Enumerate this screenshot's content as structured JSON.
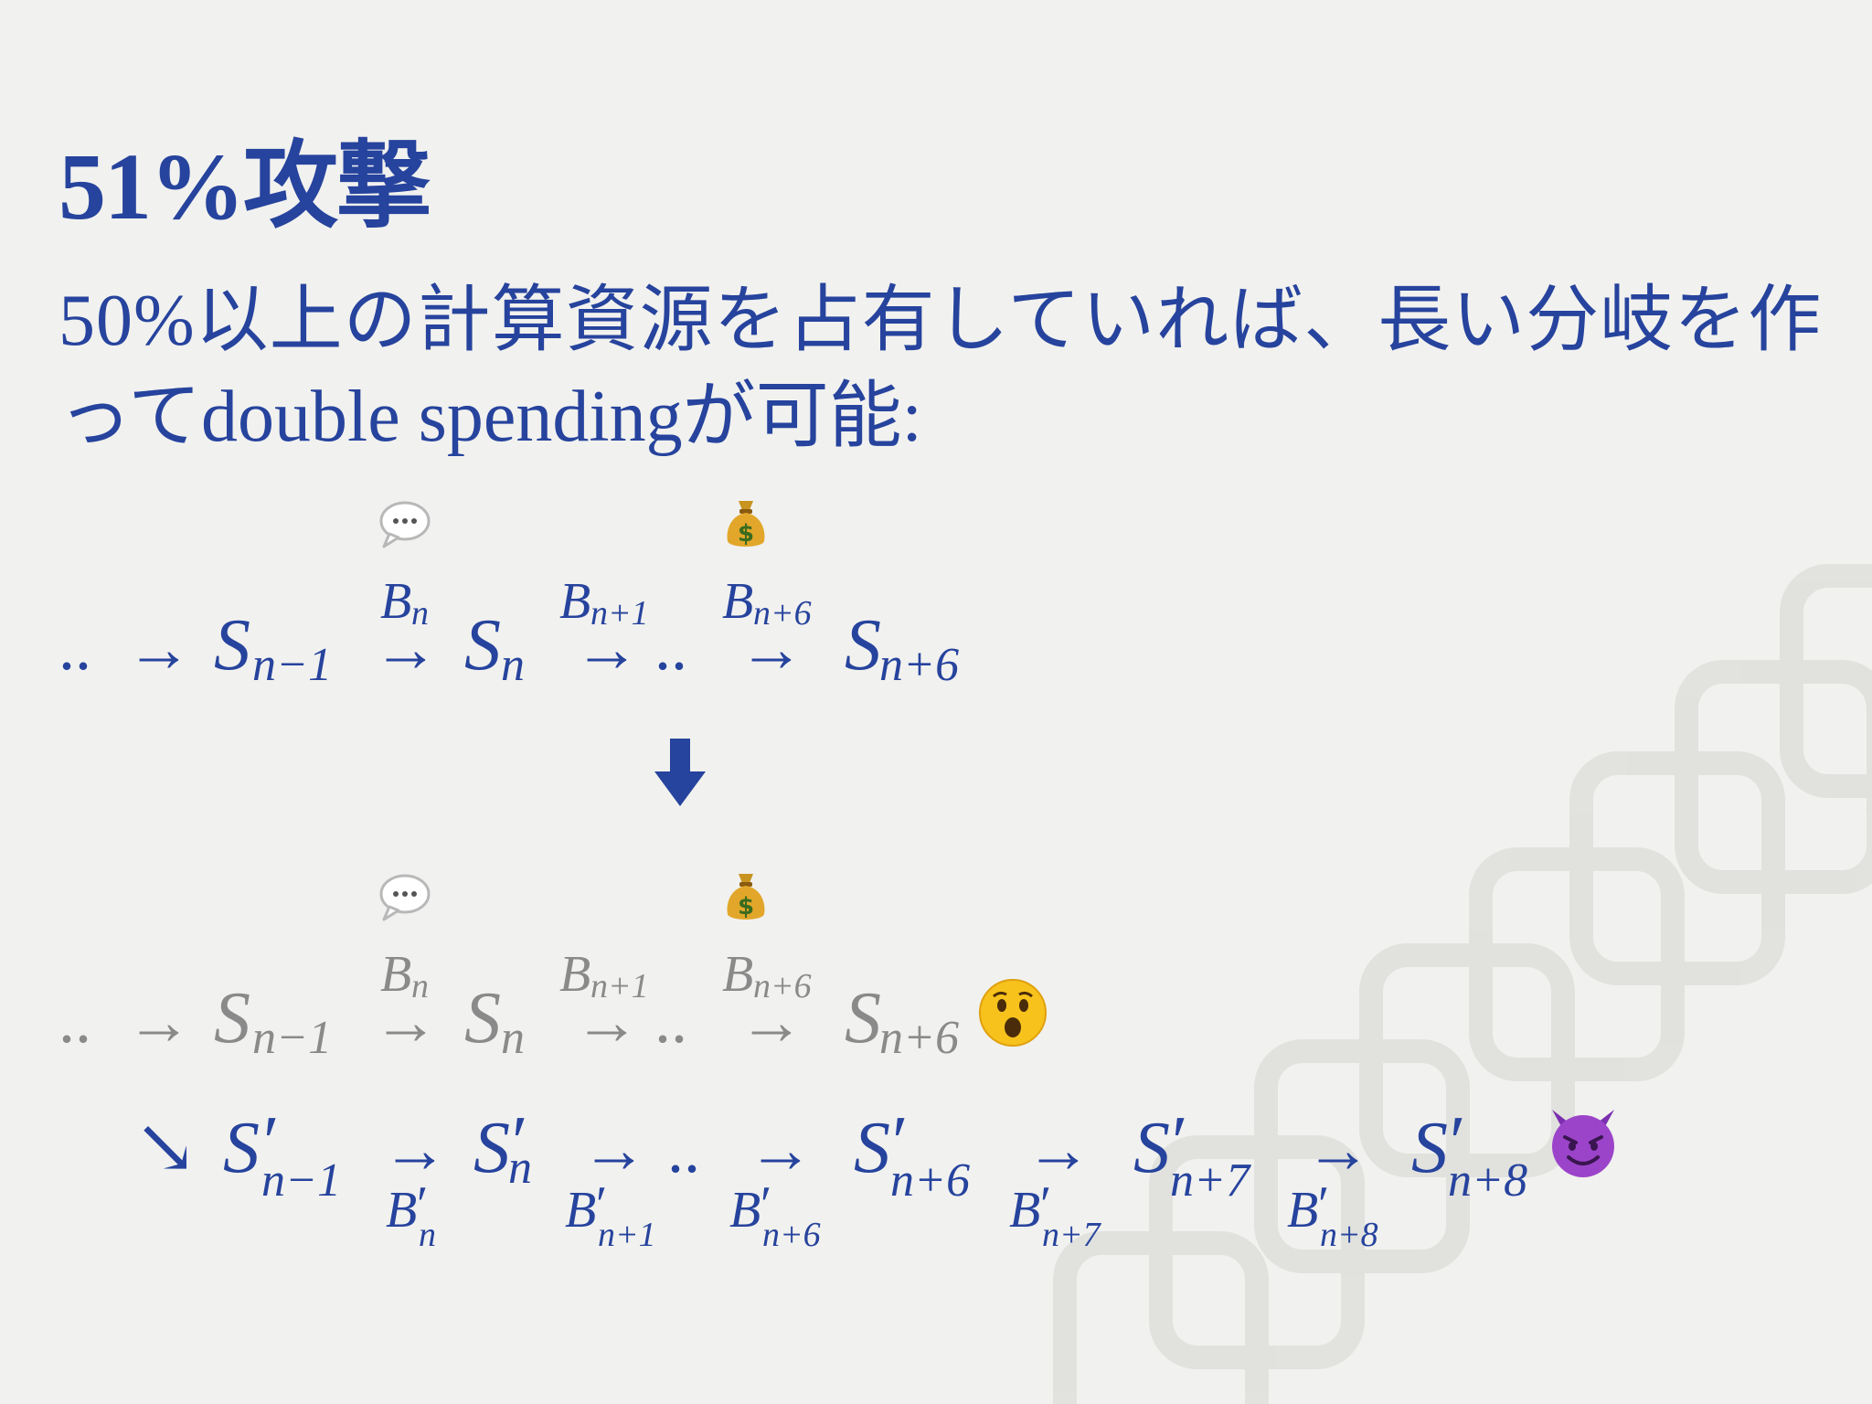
{
  "slide": {
    "title": "51%攻撃",
    "body_line1": "50%以上の計算資源を占有していれば、長い分岐を作",
    "body_line2": "ってdouble spendingが可能:"
  },
  "diagram": {
    "chain_top": {
      "dots_left": "..",
      "arrow": "→",
      "states": [
        {
          "s": "S",
          "sub": "n−1"
        },
        {
          "s": "S",
          "sub": "n"
        },
        {
          "dots": ".."
        },
        {
          "s": "S",
          "sub": "n+6"
        }
      ],
      "blocks": [
        {
          "b": "B",
          "sub": "n",
          "icon": "speech-bubble-icon"
        },
        {
          "b": "B",
          "sub": "n+1"
        },
        {
          "b": "B",
          "sub": "n+6",
          "icon": "money-bag-icon"
        }
      ]
    },
    "transition_icon": "down-arrow-icon",
    "chain_bottom_gray": {
      "dots_left": "..",
      "arrow": "→",
      "states": [
        {
          "s": "S",
          "sub": "n−1"
        },
        {
          "s": "S",
          "sub": "n"
        },
        {
          "dots": ".."
        },
        {
          "s": "S",
          "sub": "n+6",
          "icon": "surprised-face-icon"
        }
      ],
      "blocks": [
        {
          "b": "B",
          "sub": "n",
          "icon": "speech-bubble-icon"
        },
        {
          "b": "B",
          "sub": "n+1"
        },
        {
          "b": "B",
          "sub": "n+6",
          "icon": "money-bag-icon"
        }
      ]
    },
    "fork_chain": {
      "branch_arrow": "↘",
      "arrow": "→",
      "dots": "..",
      "prime": "′",
      "states": [
        {
          "s": "S",
          "sub": "n−1"
        },
        {
          "s": "S",
          "sub": "n"
        },
        {
          "s": "S",
          "sub": "n+6"
        },
        {
          "s": "S",
          "sub": "n+7"
        },
        {
          "s": "S",
          "sub": "n+8",
          "icon": "devil-face-icon"
        }
      ],
      "blocks": [
        {
          "b": "B",
          "sub": "n"
        },
        {
          "b": "B",
          "sub": "n+1"
        },
        {
          "b": "B",
          "sub": "n+6"
        },
        {
          "b": "B",
          "sub": "n+7"
        },
        {
          "b": "B",
          "sub": "n+8"
        }
      ]
    },
    "colors": {
      "primary": "#26439d",
      "muted": "#8a8a8a",
      "background": "#f1f1ef"
    }
  }
}
